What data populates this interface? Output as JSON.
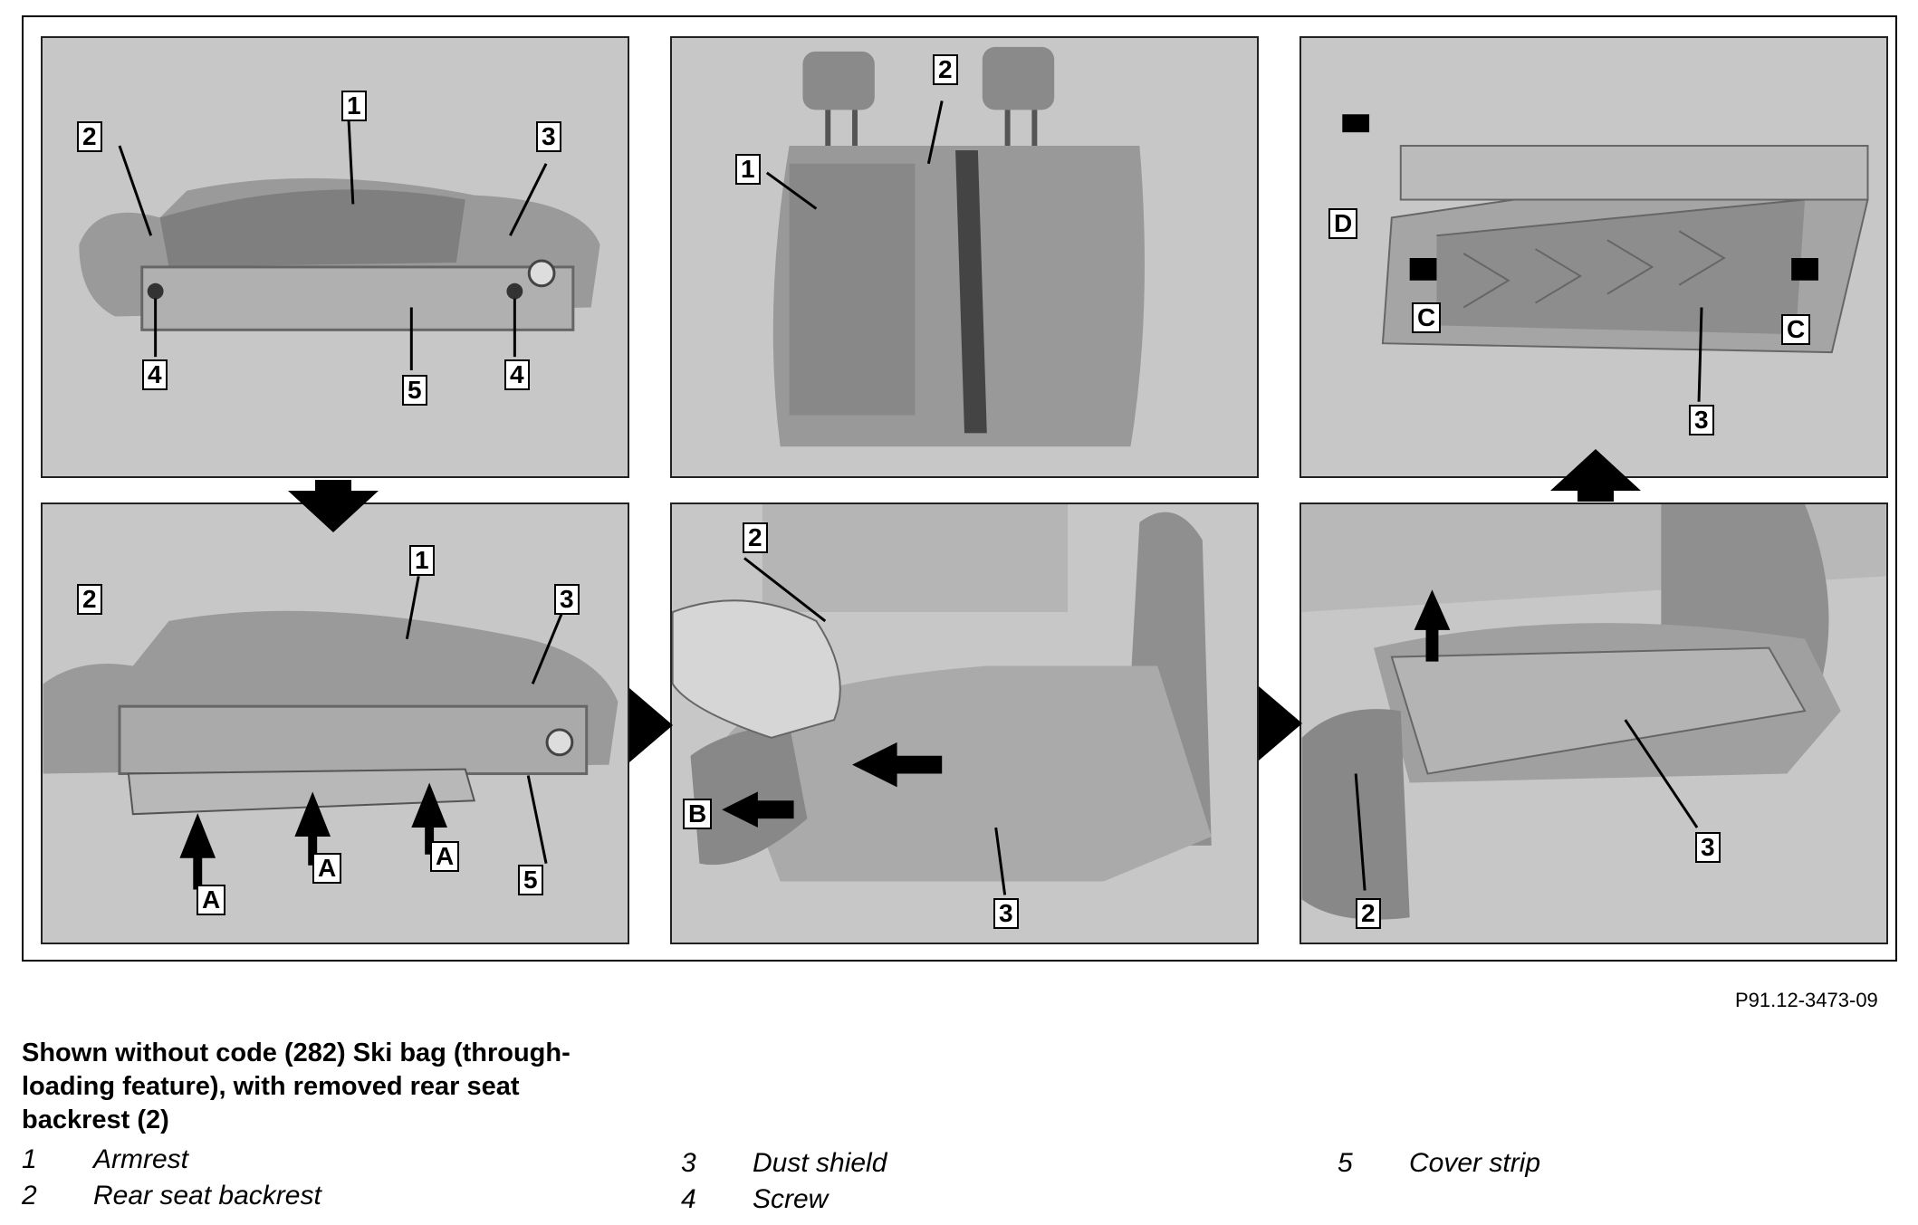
{
  "figure": {
    "reference": "P91.12-3473-09",
    "panels": [
      {
        "id": "p1",
        "callouts": [
          "1",
          "2",
          "3",
          "4",
          "4",
          "5"
        ]
      },
      {
        "id": "p2",
        "callouts": [
          "1",
          "2"
        ]
      },
      {
        "id": "p3",
        "callouts": [
          "D",
          "C",
          "C",
          "3"
        ]
      },
      {
        "id": "p4",
        "callouts": [
          "1",
          "2",
          "3",
          "A",
          "A",
          "A",
          "5"
        ]
      },
      {
        "id": "p5",
        "callouts": [
          "2",
          "B",
          "3"
        ]
      },
      {
        "id": "p6",
        "callouts": [
          "2",
          "3"
        ]
      }
    ]
  },
  "caption": {
    "title": "Shown without code (282) Ski bag (through-loading feature), with removed rear seat backrest (2)"
  },
  "legend": [
    {
      "num": "1",
      "text": "Armrest"
    },
    {
      "num": "2",
      "text": "Rear seat backrest"
    },
    {
      "num": "3",
      "text": "Dust shield"
    },
    {
      "num": "4",
      "text": "Screw"
    },
    {
      "num": "5",
      "text": "Cover strip"
    }
  ]
}
